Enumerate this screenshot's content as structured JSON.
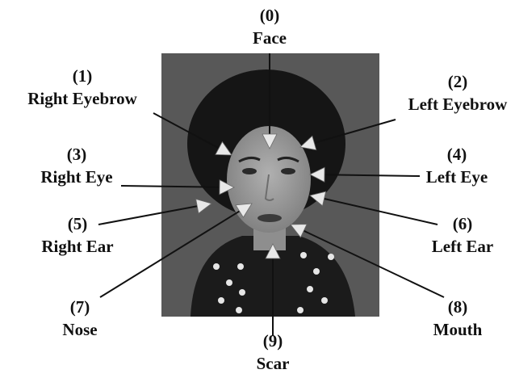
{
  "labels": [
    {
      "num": "(0)",
      "name": "Face"
    },
    {
      "num": "(1)",
      "name": "Right Eyebrow"
    },
    {
      "num": "(2)",
      "name": "Left Eyebrow"
    },
    {
      "num": "(3)",
      "name": "Right Eye"
    },
    {
      "num": "(4)",
      "name": "Left Eye"
    },
    {
      "num": "(5)",
      "name": "Right Ear"
    },
    {
      "num": "(6)",
      "name": "Left Ear"
    },
    {
      "num": "(7)",
      "name": "Nose"
    },
    {
      "num": "(8)",
      "name": "Mouth"
    },
    {
      "num": "(9)",
      "name": "Scar"
    }
  ],
  "colors": {
    "text": "#111111",
    "arrow_shaft": "#111111",
    "arrow_head": "#e8e8e8",
    "photo_bg": "#585858",
    "hair": "#151515",
    "skin": "#9a9a9a",
    "clothing": "#1b1b1b"
  }
}
